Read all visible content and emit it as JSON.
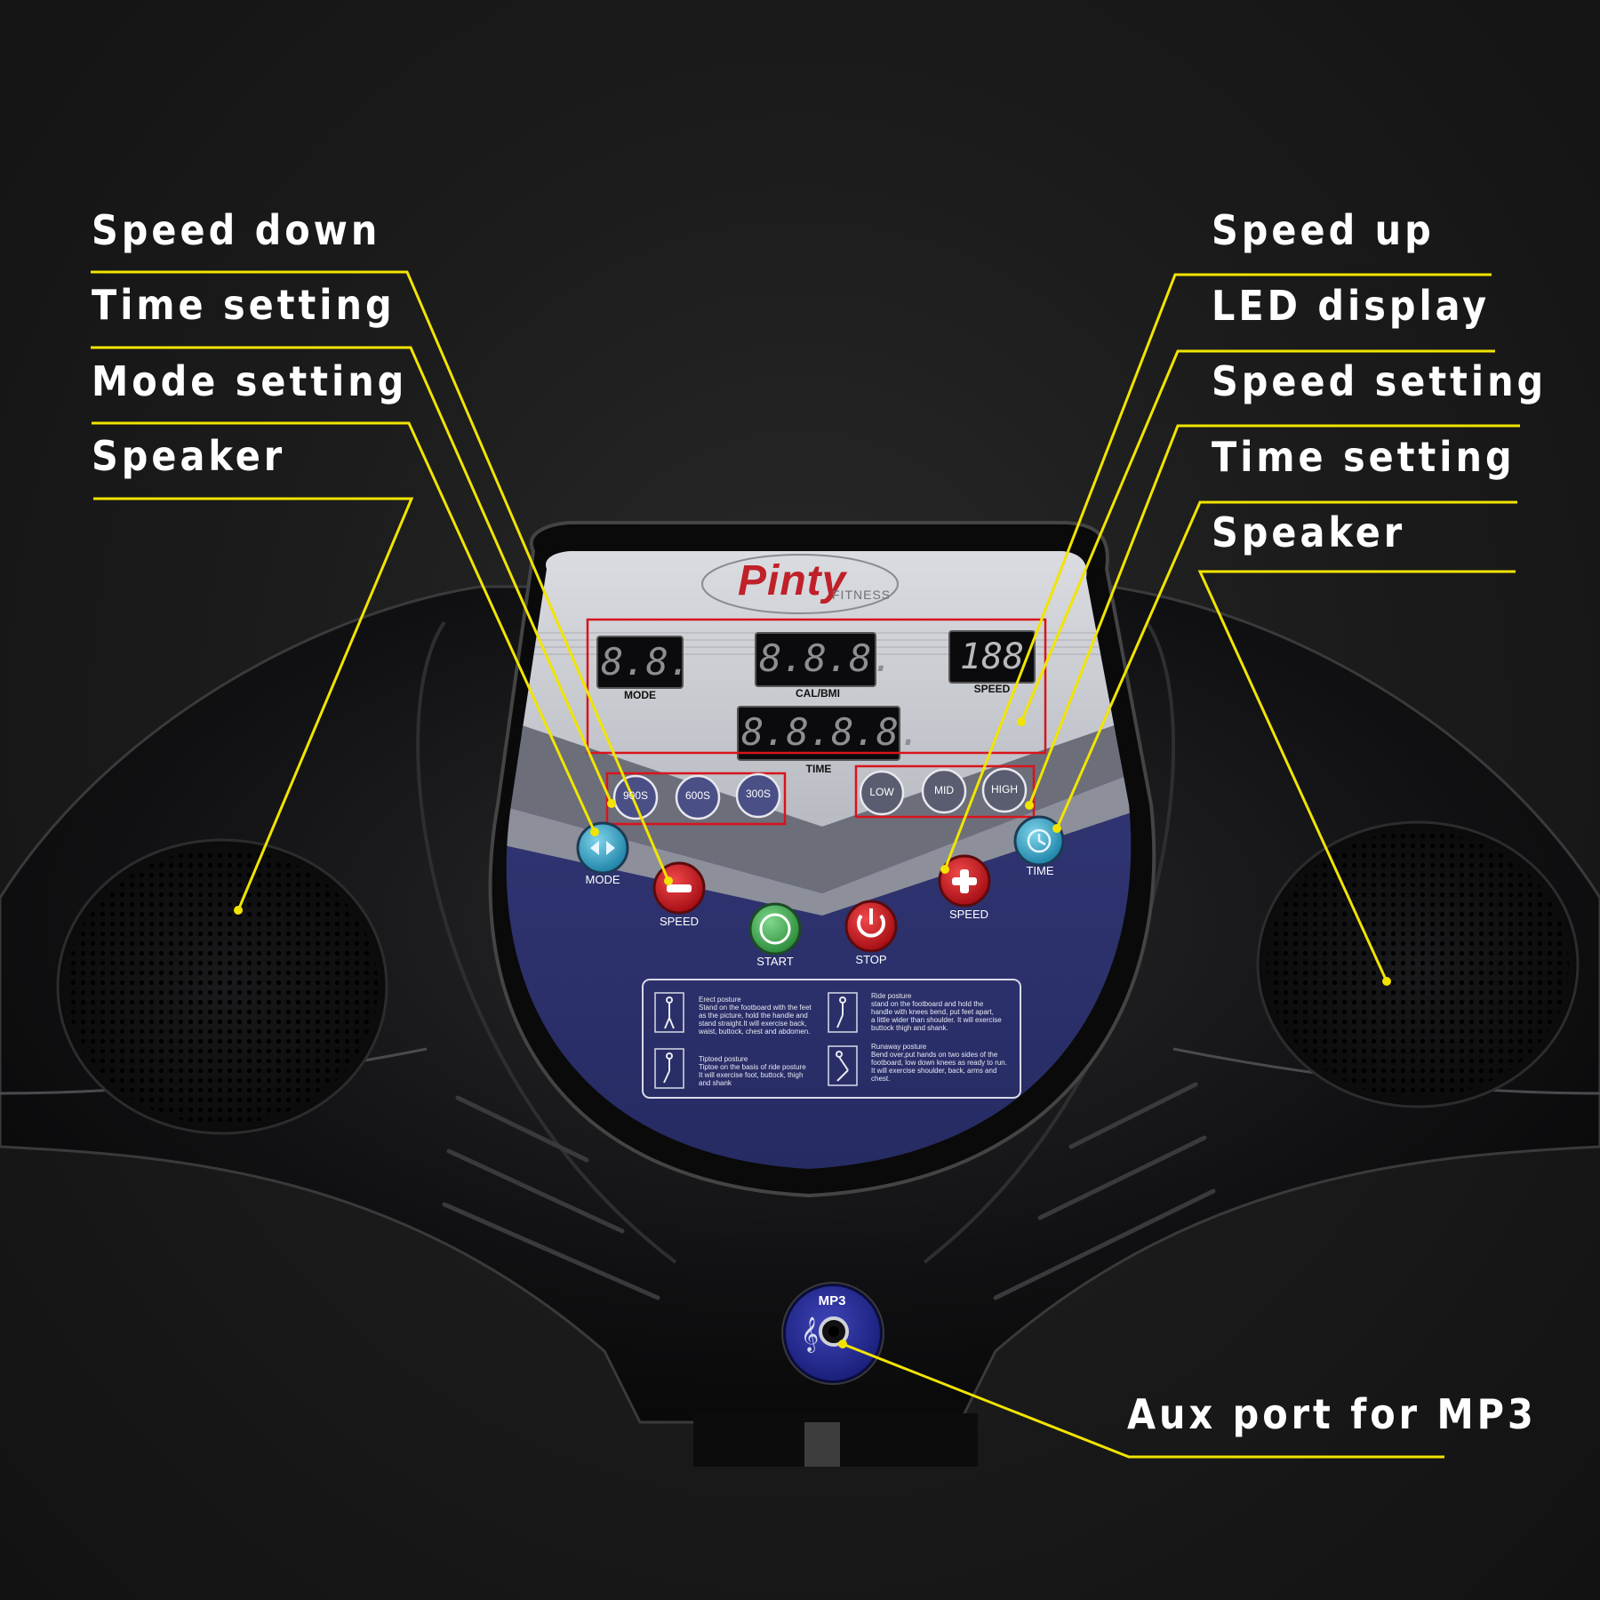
{
  "callouts_left": [
    {
      "id": "speed-down",
      "text": "Speed down"
    },
    {
      "id": "time-setting",
      "text": "Time setting"
    },
    {
      "id": "mode-setting",
      "text": "Mode setting"
    },
    {
      "id": "speaker",
      "text": "Speaker"
    }
  ],
  "callouts_right": [
    {
      "id": "speed-up",
      "text": "Speed up"
    },
    {
      "id": "led-display",
      "text": "LED display"
    },
    {
      "id": "speed-setting",
      "text": "Speed setting"
    },
    {
      "id": "time-setting",
      "text": "Time setting"
    },
    {
      "id": "speaker",
      "text": "Speaker"
    }
  ],
  "callout_bottom": {
    "text": "Aux port for MP3"
  },
  "brand": {
    "name": "Pinty",
    "sub": "FITNESS"
  },
  "displays": {
    "mode": {
      "label": "MODE",
      "digits": "8.8."
    },
    "cal": {
      "label": "CAL/BMI",
      "digits": "8.8.8."
    },
    "speed": {
      "label": "SPEED",
      "digits": "188"
    },
    "time": {
      "label": "TIME",
      "digits": "8.8.8.8."
    }
  },
  "time_presets": [
    "900S",
    "600S",
    "300S"
  ],
  "speed_presets": [
    "LOW",
    "MID",
    "HIGH"
  ],
  "buttons": {
    "mode": "MODE",
    "speed_down": "SPEED",
    "speed_up": "SPEED",
    "time": "TIME",
    "start": "START",
    "stop": "STOP"
  },
  "instructions": [
    {
      "title": "Erect posture",
      "body": [
        "Stand on the footboard with the feet",
        "as the picture, hold the handle and",
        "stand straight.It will exercise back,",
        "waist, buttock, chest and abdomen."
      ]
    },
    {
      "title": "Ride posture",
      "body": [
        "stand on the footboard and hold the",
        "handle with knees bend, put feet apart,",
        "a little wider than shoulder. It will exercise",
        "buttock thigh and shank."
      ]
    },
    {
      "title": "Tiptoed posture",
      "body": [
        "Tiptoe on the basis of ride posture",
        "It will exercise foot, buttock, thigh",
        "and shank"
      ]
    },
    {
      "title": "Runaway posture",
      "body": [
        "Bend over,put hands on two sides of the",
        "footboard, low down knees as ready to run.",
        "It will exercise shoulder, back, arms and",
        "chest."
      ]
    }
  ],
  "mp3": {
    "label": "MP3"
  },
  "colors": {
    "callout_line": "#f2e400",
    "panel_blue": "#2a2f6e",
    "highlight_box": "#d8141c"
  }
}
